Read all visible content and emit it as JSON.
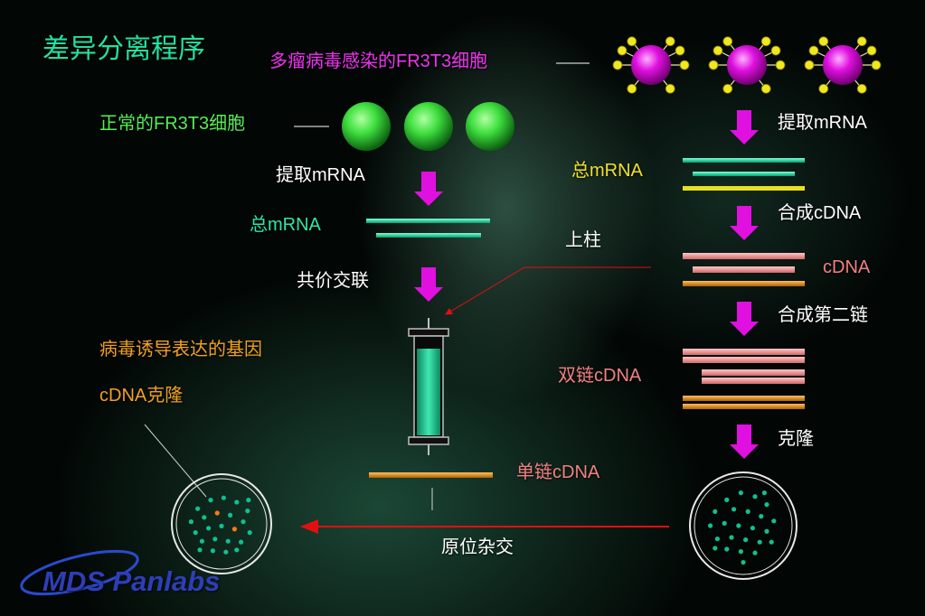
{
  "title": "差异分离程序",
  "labels": {
    "infected_cells": "多瘤病毒感染的FR3T3细胞",
    "normal_cells": "正常的FR3T3细胞",
    "extract_left": "提取mRNA",
    "extract_right": "提取mRNA",
    "total_mrna_left": "总mRNA",
    "total_mrna_right": "总mRNA",
    "crosslink": "共价交联",
    "load_column": "上柱",
    "synth_cdna": "合成cDNA",
    "cdna": "cDNA",
    "synth_second": "合成第二链",
    "ds_cdna": "双链cDNA",
    "clone": "克隆",
    "ss_cdna": "单链cDNA",
    "viral_genes": "病毒诱导表达的基因",
    "cdna_clone": "cDNA克隆",
    "in_situ": "原位杂交"
  },
  "logo": {
    "text": "MDS Panlabs",
    "icon": "orbit-swoosh-icon"
  },
  "colors": {
    "title": "#22e0a0",
    "arrow": "#e010e0",
    "mrna": "#10e0a0",
    "cdna_pink": "#f09898",
    "orange_strand": "#e08a10",
    "yellow_strand": "#e8e020",
    "virus": "#e010e0",
    "cell": "#40e040",
    "hybridization_arrow": "#e01010",
    "colony": "#10c090",
    "positive_colony": "#f08010"
  }
}
